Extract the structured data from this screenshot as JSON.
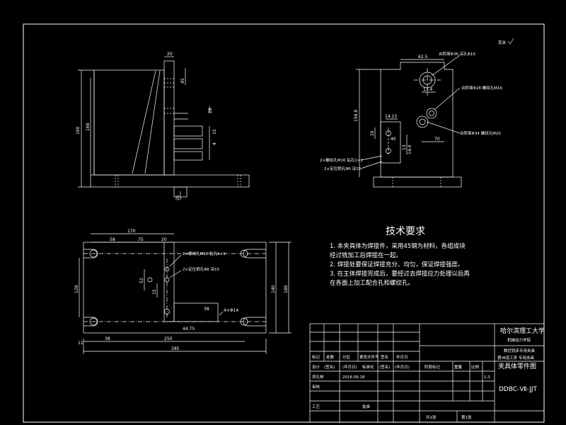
{
  "drawing": {
    "corner_mark": "其余",
    "tech_req": {
      "title": "技术要求",
      "items": [
        "1.  本夹具体为焊接件，采用45钢为材料，各组成块",
        "     经过铣加工后焊接在一起。",
        "2.  焊接处要保证焊接充分、均匀，保证焊接强度。",
        "3.  在主体焊接完成后，要经过去焊接应力处理以后再",
        "     在各面上加工配合孔和螺纹孔。"
      ]
    },
    "title_block": {
      "university": "哈尔滨理工大学",
      "department": "机械动力学院",
      "project_line1": "数控铣床专用夹具",
      "project_line2": "第Ⅶ道工序  专用夹具",
      "part_name": "夹具体零件图",
      "drawing_no": "DDBC-Ⅶ-JJT",
      "scale": "1:3",
      "labels": {
        "mark": "标记",
        "count": "处数",
        "zone": "分区",
        "change_doc": "更改文件号",
        "signature": "签名",
        "date": "年月日",
        "design": "设计",
        "design_sig": "(签名)",
        "design_date": "(年月日)",
        "std": "标准化",
        "std_sig": "(签名)",
        "std_date": "(年月日)",
        "stage_mark": "阶段标记",
        "weight": "重量",
        "ratio": "比例",
        "drafter": "员孔林",
        "drafter_date": "2016.09.18",
        "review": "审核",
        "process": "工艺",
        "approve": "批准",
        "total_sheets": "共1张",
        "sheet_no": "第1张"
      }
    },
    "front_view": {
      "dims": [
        "160",
        "168",
        "20",
        "45",
        "28",
        "15",
        "4",
        "26"
      ]
    },
    "side_view": {
      "dims": [
        "62.5",
        "158.8",
        "14.15",
        "10",
        "40",
        "13",
        "14.4",
        "70",
        "13.4"
      ],
      "notes": [
        "台阶面Φ36 深孔Φ19",
        "台阶面Φ28 螺纹孔M16",
        "台阶面Φ34 螺纹孔M20",
        "2×螺纹孔M16  钻孔1×1",
        "2×定位销孔Φ6  深15"
      ]
    },
    "top_view": {
      "dims": [
        "170",
        "58",
        "75",
        "20",
        "38",
        "250",
        "285",
        "140",
        "180",
        "128",
        "52",
        "15",
        "44.75",
        "38",
        "11",
        "4×Φ14"
      ],
      "notes": [
        "2×螺纹孔M10  钻孔1×1",
        "2×定位销孔Φ6  深15"
      ]
    }
  }
}
